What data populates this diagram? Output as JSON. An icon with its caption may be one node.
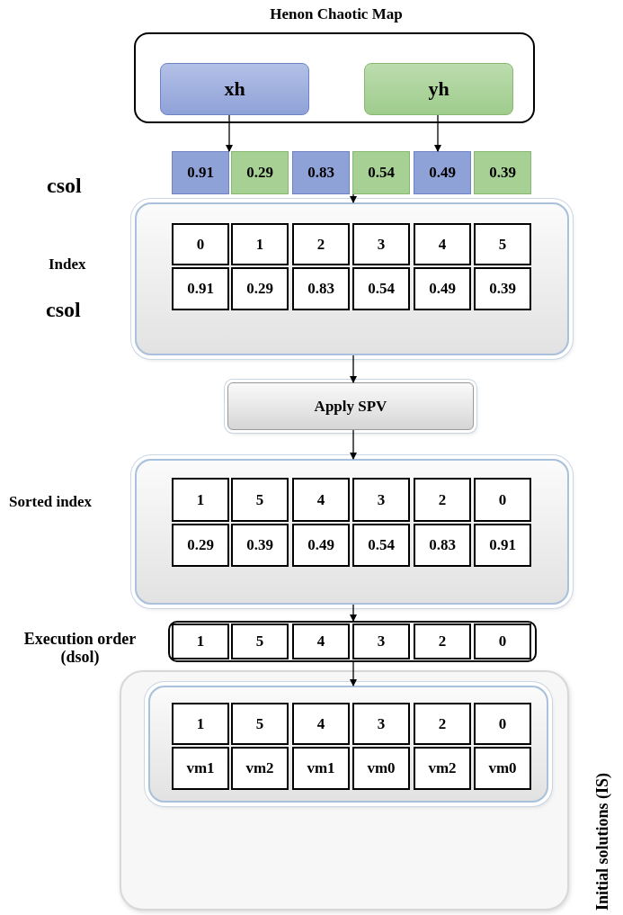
{
  "diagram": {
    "nodes": [
      {
        "text": [
          "Henon Chaotic Map"
        ]
      },
      {
        "text": [
          "xh"
        ],
        "in": 0
      },
      {
        "text": [
          "yh"
        ],
        "in": 0
      },
      {
        "text": [
          "0.91"
        ]
      },
      {
        "text": [
          "0.29"
        ]
      },
      {
        "text": [
          "0.83"
        ]
      },
      {
        "text": [
          "0.54"
        ]
      },
      {
        "text": [
          "0.49"
        ]
      },
      {
        "text": [
          "0.39"
        ]
      },
      {
        "text": [
          "Index",
          "csol"
        ]
      },
      {
        "text": [
          "0"
        ],
        "in": 9
      },
      {
        "text": [
          "1"
        ],
        "in": 9
      },
      {
        "text": [
          "2"
        ],
        "in": 9
      },
      {
        "text": [
          "3"
        ],
        "in": 9
      },
      {
        "text": [
          "4"
        ],
        "in": 9
      },
      {
        "text": [
          "5"
        ],
        "in": 9
      },
      {
        "text": [
          "0.91"
        ],
        "in": 9
      },
      {
        "text": [
          "0.29"
        ],
        "in": 9
      },
      {
        "text": [
          "0.83"
        ],
        "in": 9
      },
      {
        "text": [
          "0.54"
        ],
        "in": 9
      },
      {
        "text": [
          "0.49"
        ],
        "in": 9
      },
      {
        "text": [
          "0.39"
        ],
        "in": 9
      },
      {
        "text": [
          "Apply SPV"
        ]
      },
      {
        "text": [
          "Sorted index"
        ]
      },
      {
        "text": [
          "1"
        ],
        "in": 23
      },
      {
        "text": [
          "5"
        ],
        "in": 23
      },
      {
        "text": [
          "4"
        ],
        "in": 23
      },
      {
        "text": [
          "3"
        ],
        "in": 23
      },
      {
        "text": [
          "2"
        ],
        "in": 23
      },
      {
        "text": [
          "0"
        ],
        "in": 23
      },
      {
        "text": [
          "0.29"
        ],
        "in": 23
      },
      {
        "text": [
          "0.39"
        ],
        "in": 23
      },
      {
        "text": [
          "0.49"
        ],
        "in": 23
      },
      {
        "text": [
          "0.54"
        ],
        "in": 23
      },
      {
        "text": [
          "0.83"
        ],
        "in": 23
      },
      {
        "text": [
          "0.91"
        ],
        "in": 23
      },
      {
        "text": [
          "**Execution order** (dsol)"
        ]
      },
      {
        "text": [
          "1"
        ],
        "in": 36
      },
      {
        "text": [
          "5"
        ],
        "in": 36
      },
      {
        "text": [
          "4"
        ],
        "in": 36
      },
      {
        "text": [
          "3"
        ],
        "in": 36
      },
      {
        "text": [
          "2"
        ],
        "in": 36
      },
      {
        "text": [
          "0"
        ],
        "in": 36
      },
      {
        "text": [
          "Initial solutions (IS)"
        ]
      },
      {
        "text": [],
        "shape": "box",
        "in": 43
      },
      {
        "text": [
          "1"
        ],
        "in": 44
      },
      {
        "text": [
          "5"
        ],
        "in": 44
      },
      {
        "text": [
          "4"
        ],
        "in": 44
      },
      {
        "text": [
          "3"
        ],
        "in": 44
      },
      {
        "text": [
          "2"
        ],
        "in": 44
      },
      {
        "text": [
          "0"
        ],
        "in": 44
      },
      {
        "text": [
          "vm1"
        ],
        "in": 44
      },
      {
        "text": [
          "vm2"
        ],
        "in": 44
      },
      {
        "text": [
          "vm1"
        ],
        "in": 44
      },
      {
        "text": [
          "vm0"
        ],
        "in": 44
      },
      {
        "text": [
          "vm2"
        ],
        "in": 44
      },
      {
        "text": [
          "vm0"
        ],
        "in": 44
      }
    ],
    "edges": [
      {
        "from": 1,
        "to": 3,
        "arrow": "to"
      },
      {
        "from": 2,
        "to": 7,
        "arrow": "to"
      },
      {
        "from": 6,
        "to": 9,
        "arrow": "to"
      },
      {
        "from": 9,
        "to": 22,
        "arrow": "to"
      },
      {
        "from": 22,
        "to": 23,
        "arrow": "to"
      },
      {
        "from": 23,
        "to": 36,
        "arrow": "to"
      },
      {
        "from": 36,
        "to": 44,
        "arrow": "to"
      }
    ],
    "labels": [
      "csol"
    ]
  }
}
